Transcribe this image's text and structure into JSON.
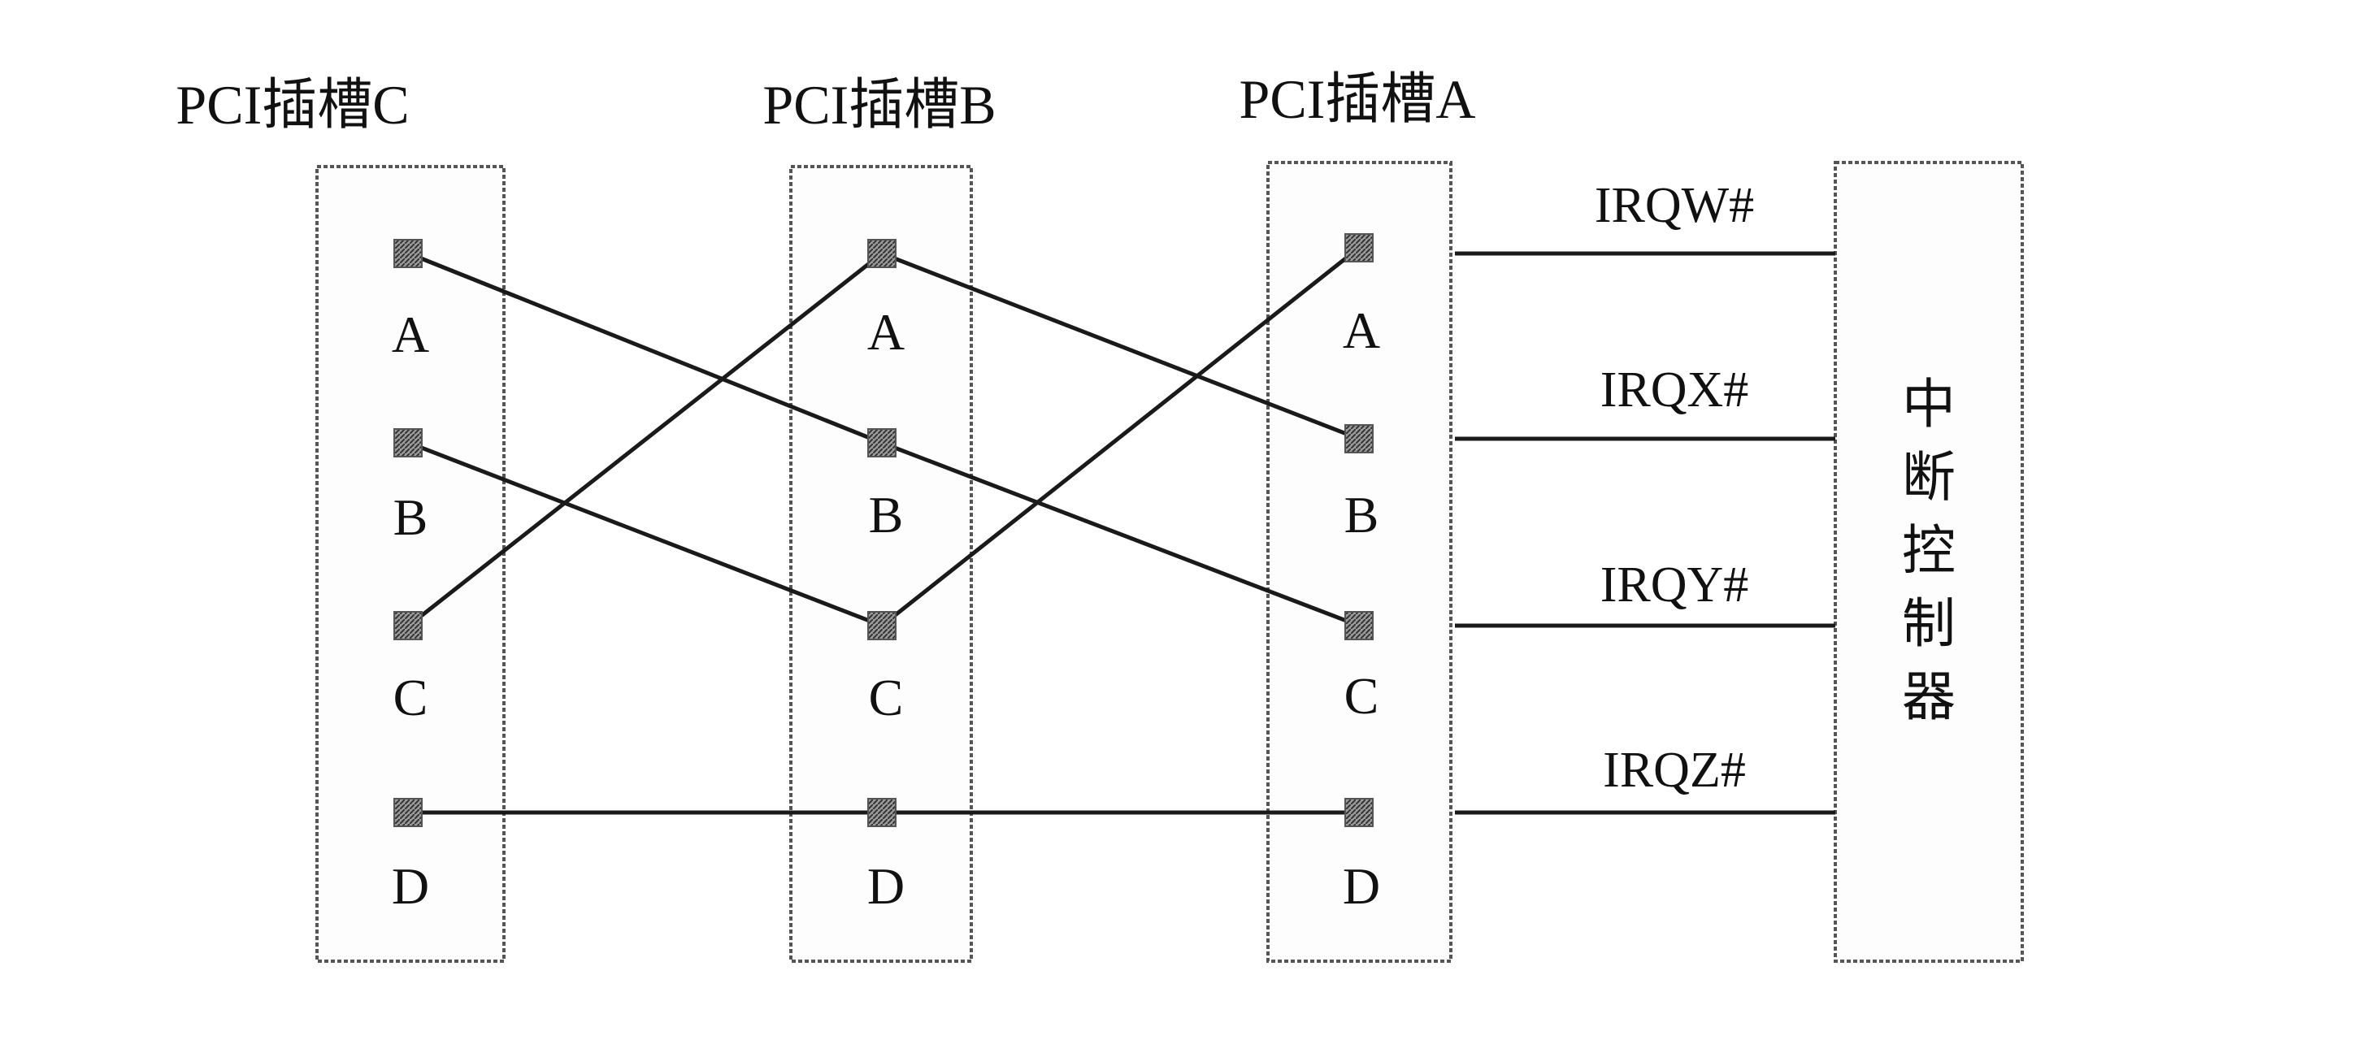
{
  "slots": [
    {
      "title": "PCI插槽C",
      "pins": [
        "A",
        "B",
        "C",
        "D"
      ]
    },
    {
      "title": "PCI插槽B",
      "pins": [
        "A",
        "B",
        "C",
        "D"
      ]
    },
    {
      "title": "PCI插槽A",
      "pins": [
        "A",
        "B",
        "C",
        "D"
      ]
    }
  ],
  "irq_lines": [
    {
      "label": "IRQW#"
    },
    {
      "label": "IRQX#"
    },
    {
      "label": "IRQY#"
    },
    {
      "label": "IRQZ#"
    }
  ],
  "controller": {
    "label": [
      "中",
      "断",
      "控",
      "制",
      "器"
    ]
  },
  "connections": [
    {
      "from": "PCI插槽C.A",
      "to": "PCI插槽B.B"
    },
    {
      "from": "PCI插槽C.B",
      "to": "PCI插槽B.C"
    },
    {
      "from": "PCI插槽C.C",
      "to": "PCI插槽B.A"
    },
    {
      "from": "PCI插槽C.D",
      "to": "PCI插槽B.D"
    },
    {
      "from": "PCI插槽B.A",
      "to": "PCI插槽A.B"
    },
    {
      "from": "PCI插槽B.B",
      "to": "PCI插槽A.C"
    },
    {
      "from": "PCI插槽B.C",
      "to": "PCI插槽A.A"
    },
    {
      "from": "PCI插槽B.D",
      "to": "PCI插槽A.D"
    },
    {
      "from": "PCI插槽A",
      "to": "IRQW#"
    },
    {
      "from": "PCI插槽A",
      "to": "IRQX#"
    },
    {
      "from": "PCI插槽A",
      "to": "IRQY#"
    },
    {
      "from": "PCI插槽A",
      "to": "IRQZ#"
    }
  ]
}
